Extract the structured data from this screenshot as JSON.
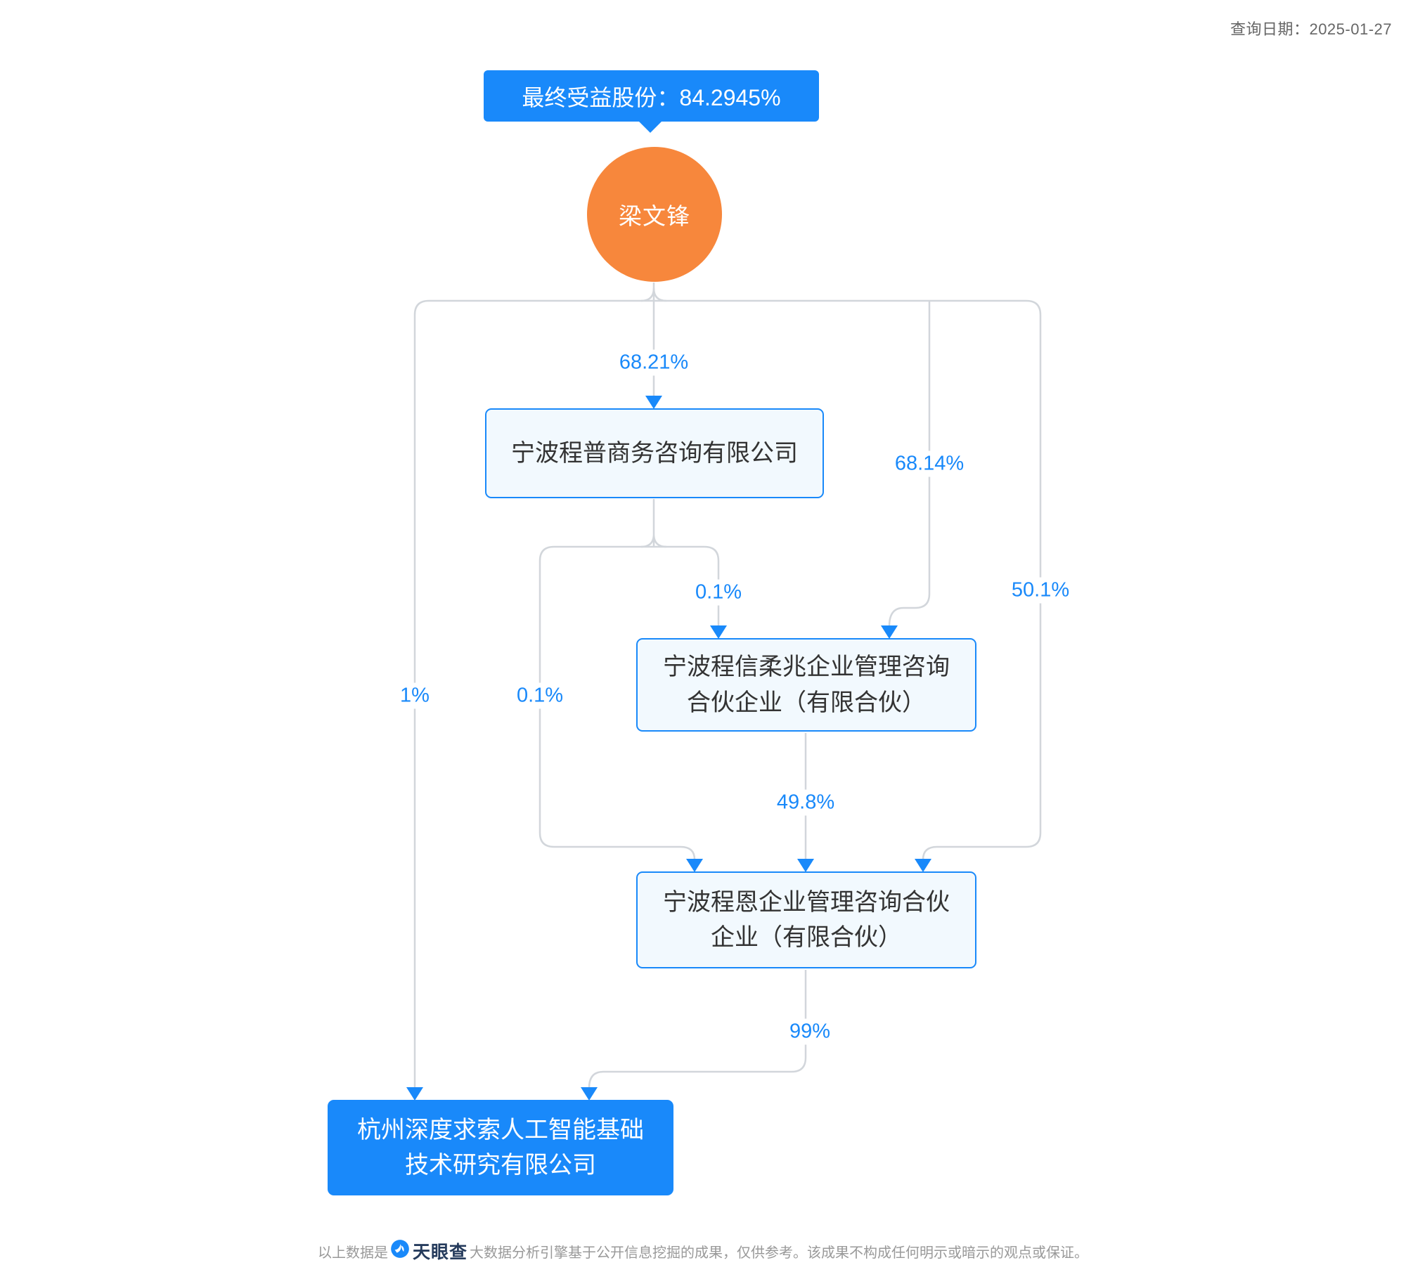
{
  "header": {
    "query_date": "查询日期：2025-01-27"
  },
  "tooltip": {
    "text": "最终受益股份：84.2945%"
  },
  "nodes": {
    "person": {
      "name": "梁文锋"
    },
    "chengpu": {
      "name": "宁波程普商务咨询有限公司"
    },
    "chengxin": {
      "name": "宁波程信柔兆企业管理咨询\n合伙企业（有限合伙）"
    },
    "chengen": {
      "name": "宁波程恩企业管理咨询合伙\n企业（有限合伙）"
    },
    "deepseek": {
      "name": "杭州深度求索人工智能基础\n技术研究有限公司"
    }
  },
  "edges": {
    "liang_to_chengpu": "68.21%",
    "liang_to_chengxin": "68.14%",
    "liang_to_chengen": "50.1%",
    "liang_to_deepseek": "1%",
    "chengpu_to_chengxin": "0.1%",
    "chengpu_to_chengen": "0.1%",
    "chengxin_to_chengen": "49.8%",
    "chengen_to_deepseek": "99%"
  },
  "footer": {
    "prefix": "以上数据是",
    "brand": "天眼查",
    "suffix": "大数据分析引擎基于公开信息挖掘的成果，仅供参考。该成果不构成任何明示或暗示的观点或保证。"
  },
  "colors": {
    "accent_blue": "#1989FA",
    "person_orange": "#F7873C",
    "node_fill": "#F2F9FE",
    "line_gray": "#D2D6DB",
    "text_dark": "#333333",
    "date_gray": "#666666",
    "footer_gray": "#999999",
    "brand_navy": "#253B5C"
  }
}
